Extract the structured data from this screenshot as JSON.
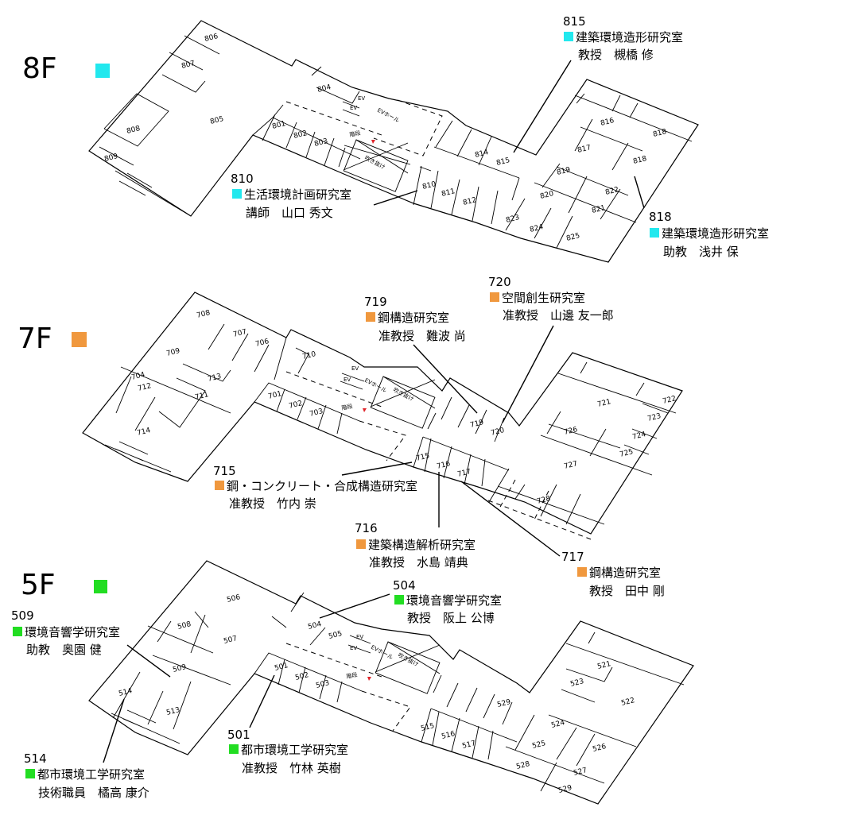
{
  "colors": {
    "f8": "#22e8ee",
    "f7": "#f0983e",
    "f5": "#22dd22"
  },
  "floors": [
    {
      "id": "f8",
      "label": "8F",
      "rooms": [
        "806",
        "807",
        "805",
        "808",
        "809",
        "804",
        "801",
        "802",
        "803",
        "810",
        "811",
        "812",
        "814",
        "815",
        "816",
        "817",
        "818",
        "818",
        "819",
        "822",
        "820",
        "821",
        "823",
        "824",
        "825"
      ],
      "misc": {
        "ev1": "EV",
        "ev2": "EV",
        "ev_hall": "EVホール",
        "stairs": "階段",
        "void": "吹き抜け"
      }
    },
    {
      "id": "f7",
      "label": "7F",
      "rooms": [
        "708",
        "707",
        "706",
        "709",
        "710",
        "704",
        "712",
        "713",
        "711",
        "714",
        "701",
        "702",
        "703",
        "719",
        "720",
        "715",
        "716",
        "717",
        "721",
        "722",
        "723",
        "726",
        "724",
        "725",
        "727",
        "728"
      ],
      "misc": {
        "ev1": "EV",
        "ev2": "EV",
        "ev_hall": "EVホール",
        "stairs": "階段",
        "void": "吹き抜け"
      }
    },
    {
      "id": "f5",
      "label": "5F",
      "rooms": [
        "506",
        "508",
        "507",
        "504",
        "505",
        "509",
        "501",
        "502",
        "503",
        "514",
        "513",
        "529",
        "515",
        "516",
        "517",
        "521",
        "523",
        "522",
        "524",
        "525",
        "526",
        "527",
        "528",
        "529"
      ],
      "misc": {
        "ev1": "EV",
        "ev2": "EV",
        "ev_hall": "EVホール",
        "stairs": "階段",
        "void": "吹き抜け"
      }
    }
  ],
  "labs": [
    {
      "room": "815",
      "name": "建築環境造形研究室",
      "person": "教授　槻橋 修",
      "floor": "f8"
    },
    {
      "room": "810",
      "name": "生活環境計画研究室",
      "person": "講師　山口 秀文",
      "floor": "f8"
    },
    {
      "room": "818",
      "name": "建築環境造形研究室",
      "person": "助教　浅井 保",
      "floor": "f8"
    },
    {
      "room": "719",
      "name": "鋼構造研究室",
      "person": "准教授　難波 尚",
      "floor": "f7"
    },
    {
      "room": "720",
      "name": "空間創生研究室",
      "person": "准教授　山邊 友一郎",
      "floor": "f7"
    },
    {
      "room": "715",
      "name": "鋼・コンクリート・合成構造研究室",
      "person": "准教授　竹内 崇",
      "floor": "f7"
    },
    {
      "room": "716",
      "name": "建築構造解析研究室",
      "person": "准教授　水島 靖典",
      "floor": "f7"
    },
    {
      "room": "717",
      "name": "鋼構造研究室",
      "person": "教授　田中 剛",
      "floor": "f7"
    },
    {
      "room": "504",
      "name": "環境音響学研究室",
      "person": "教授　阪上 公博",
      "floor": "f5"
    },
    {
      "room": "509",
      "name": "環境音響学研究室",
      "person": "助教　奥園 健",
      "floor": "f5"
    },
    {
      "room": "501",
      "name": "都市環境工学研究室",
      "person": "准教授　竹林 英樹",
      "floor": "f5"
    },
    {
      "room": "514",
      "name": "都市環境工学研究室",
      "person": "技術職員　橘高 康介",
      "floor": "f5"
    }
  ]
}
